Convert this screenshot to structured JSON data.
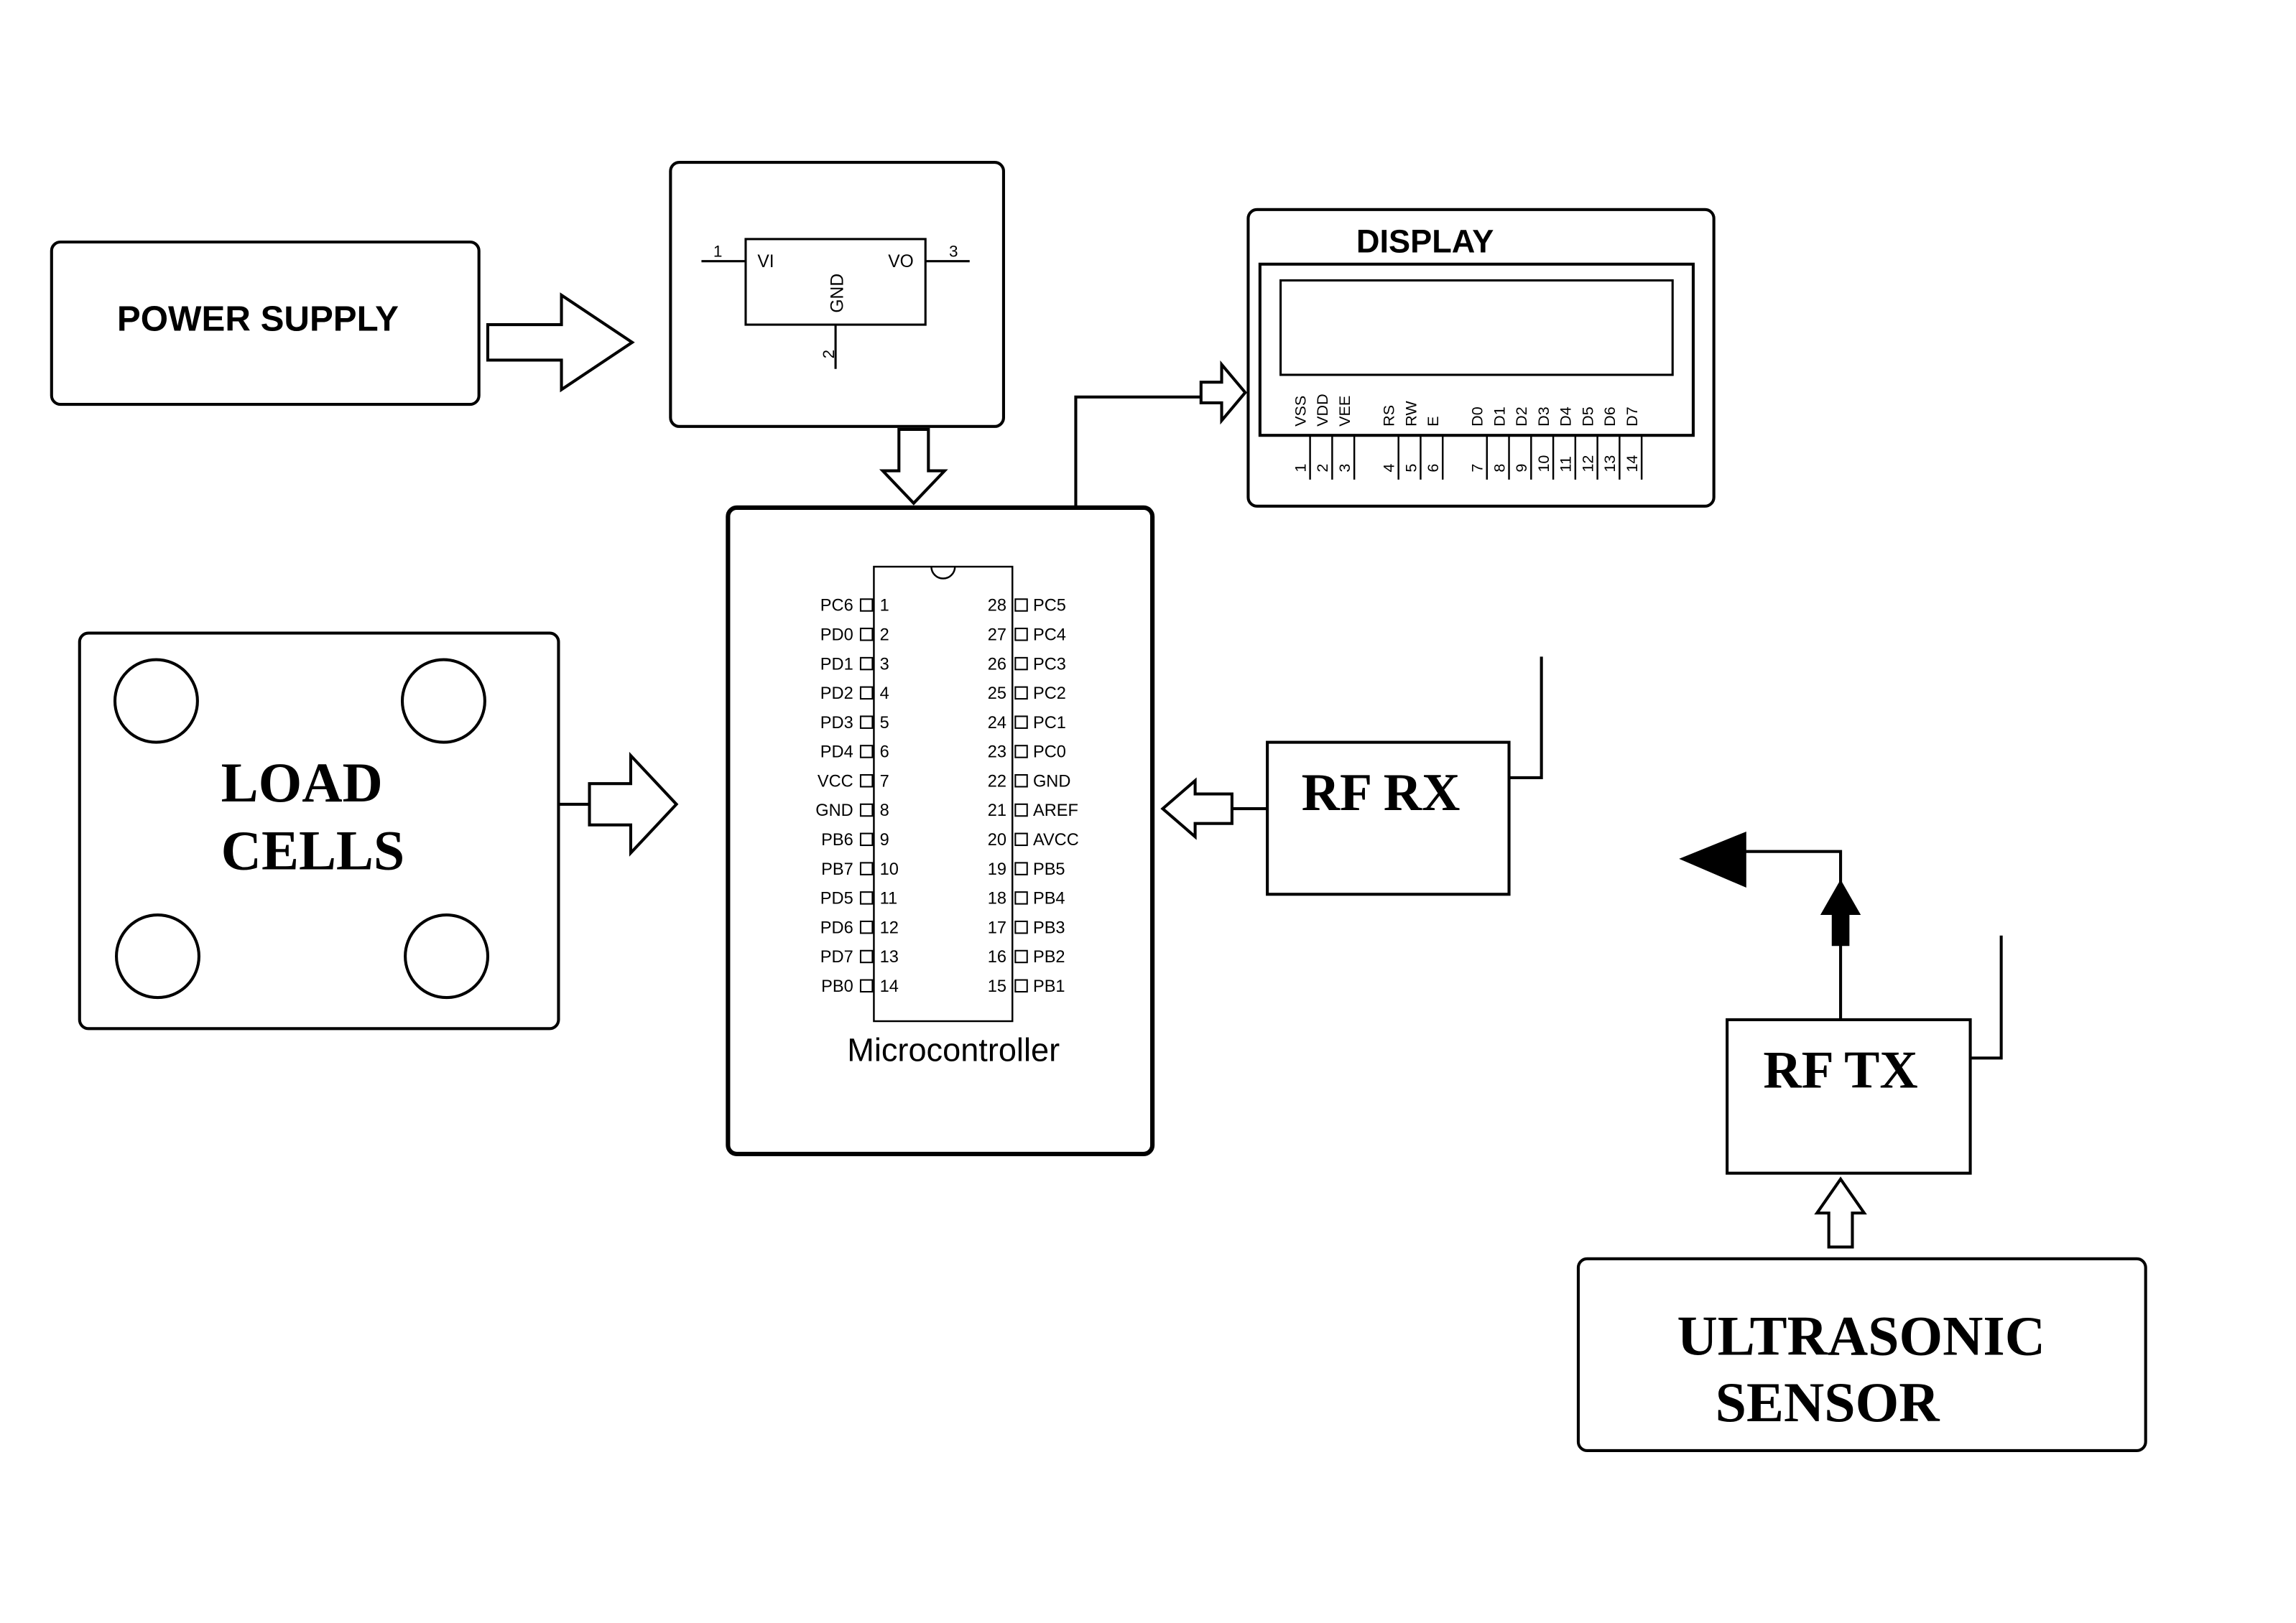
{
  "power_supply": {
    "label": "POWER SUPPLY"
  },
  "regulator": {
    "pin_in_num": "1",
    "pin_in_label": "VI",
    "pin_out_num": "3",
    "pin_out_label": "VO",
    "pin_gnd_num": "2",
    "pin_gnd_label": "GND"
  },
  "display": {
    "title": "DISPLAY",
    "pins": [
      {
        "name": "VSS",
        "num": "1"
      },
      {
        "name": "VDD",
        "num": "2"
      },
      {
        "name": "VEE",
        "num": "3"
      },
      {
        "name": "RS",
        "num": "4"
      },
      {
        "name": "RW",
        "num": "5"
      },
      {
        "name": "E",
        "num": "6"
      },
      {
        "name": "D0",
        "num": "7"
      },
      {
        "name": "D1",
        "num": "8"
      },
      {
        "name": "D2",
        "num": "9"
      },
      {
        "name": "D3",
        "num": "10"
      },
      {
        "name": "D4",
        "num": "11"
      },
      {
        "name": "D5",
        "num": "12"
      },
      {
        "name": "D6",
        "num": "13"
      },
      {
        "name": "D7",
        "num": "14"
      }
    ]
  },
  "microcontroller": {
    "label": "Microcontroller",
    "left_pins": [
      {
        "name": "PC6",
        "num": "1"
      },
      {
        "name": "PD0",
        "num": "2"
      },
      {
        "name": "PD1",
        "num": "3"
      },
      {
        "name": "PD2",
        "num": "4"
      },
      {
        "name": "PD3",
        "num": "5"
      },
      {
        "name": "PD4",
        "num": "6"
      },
      {
        "name": "VCC",
        "num": "7"
      },
      {
        "name": "GND",
        "num": "8"
      },
      {
        "name": "PB6",
        "num": "9"
      },
      {
        "name": "PB7",
        "num": "10"
      },
      {
        "name": "PD5",
        "num": "11"
      },
      {
        "name": "PD6",
        "num": "12"
      },
      {
        "name": "PD7",
        "num": "13"
      },
      {
        "name": "PB0",
        "num": "14"
      }
    ],
    "right_pins": [
      {
        "name": "PC5",
        "num": "28"
      },
      {
        "name": "PC4",
        "num": "27"
      },
      {
        "name": "PC3",
        "num": "26"
      },
      {
        "name": "PC2",
        "num": "25"
      },
      {
        "name": "PC1",
        "num": "24"
      },
      {
        "name": "PC0",
        "num": "23"
      },
      {
        "name": "GND",
        "num": "22"
      },
      {
        "name": "AREF",
        "num": "21"
      },
      {
        "name": "AVCC",
        "num": "20"
      },
      {
        "name": "PB5",
        "num": "19"
      },
      {
        "name": "PB4",
        "num": "18"
      },
      {
        "name": "PB3",
        "num": "17"
      },
      {
        "name": "PB2",
        "num": "16"
      },
      {
        "name": "PB1",
        "num": "15"
      }
    ]
  },
  "load_cells": {
    "line1": "LOAD",
    "line2": "CELLS"
  },
  "rf_rx": {
    "label": "RF RX"
  },
  "rf_tx": {
    "label": "RF TX"
  },
  "ultrasonic": {
    "line1": "ULTRASONIC",
    "line2": "SENSOR"
  }
}
